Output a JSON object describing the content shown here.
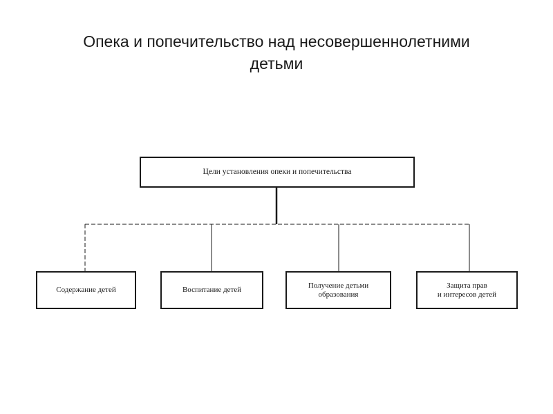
{
  "title": {
    "line1": "Опека и попечительство над несовершеннолетними",
    "line2": "детьми"
  },
  "diagram": {
    "root": "Цели установления опеки и попечительства",
    "children": [
      {
        "label": "Содержание детей"
      },
      {
        "label": "Воспитание детей"
      },
      {
        "label": "Получение детьми\nобразования"
      },
      {
        "label": "Защита прав\nи интересов детей"
      }
    ]
  },
  "colors": {
    "line": "#1a1a1a",
    "background": "#ffffff"
  }
}
